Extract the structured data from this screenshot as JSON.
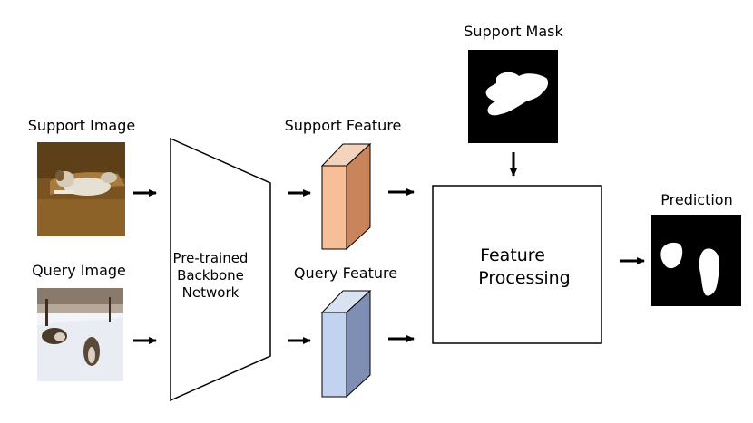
{
  "labels": {
    "support_image": "Support Image",
    "query_image": "Query Image",
    "backbone_line1": "Pre-trained",
    "backbone_line2": "Backbone",
    "backbone_line3": "Network",
    "support_feature": "Support Feature",
    "query_feature": "Query Feature",
    "support_mask": "Support Mask",
    "processing_line1": "Feature",
    "processing_line2": "Processing",
    "prediction": "Prediction"
  },
  "colors": {
    "support_feature_front": "#f7bf97",
    "support_feature_side": "#c9845c",
    "support_feature_top": "#f3d3bb",
    "query_feature_front": "#c2d3ef",
    "query_feature_side": "#7f8fb4",
    "query_feature_top": "#d8e2f3",
    "mask_background": "#000000",
    "mask_foreground": "#ffffff"
  },
  "icons": {
    "support_photo": "dog-on-sofa-photo",
    "query_photo": "dogs-in-snow-photo"
  }
}
